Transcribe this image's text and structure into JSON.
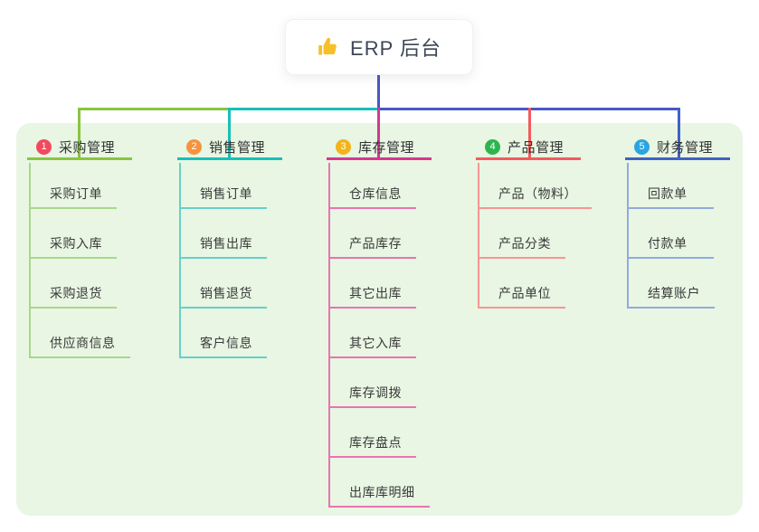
{
  "root": {
    "title": "ERP 后台",
    "icon": "thumbs-up-icon",
    "icon_color": "#f6c02d"
  },
  "panel": {
    "background": "#e8f6e3"
  },
  "connectors": {
    "trunk_color": "#4a57c6"
  },
  "branches": [
    {
      "index": "1",
      "label": "采购管理",
      "badge_color": "#f4495d",
      "line_color": "#89c540",
      "child_line_color": "#a9d888",
      "children": [
        "采购订单",
        "采购入库",
        "采购退货",
        "供应商信息"
      ]
    },
    {
      "index": "2",
      "label": "销售管理",
      "badge_color": "#f7923d",
      "line_color": "#17c0b8",
      "child_line_color": "#68d0c9",
      "children": [
        "销售订单",
        "销售出库",
        "销售退货",
        "客户信息"
      ]
    },
    {
      "index": "3",
      "label": "库存管理",
      "badge_color": "#f2b31c",
      "line_color": "#d5378f",
      "child_line_color": "#ea73b2",
      "children": [
        "仓库信息",
        "产品库存",
        "其它出库",
        "其它入库",
        "库存调拨",
        "库存盘点",
        "出库库明细"
      ]
    },
    {
      "index": "4",
      "label": "产品管理",
      "badge_color": "#2eb44f",
      "line_color": "#f25b5b",
      "child_line_color": "#f89595",
      "children": [
        "产品（物料）",
        "产品分类",
        "产品单位"
      ]
    },
    {
      "index": "5",
      "label": "财务管理",
      "badge_color": "#2ba5df",
      "line_color": "#3e62c6",
      "child_line_color": "#94aade",
      "children": [
        "回款单",
        "付款单",
        "结算账户"
      ]
    }
  ]
}
